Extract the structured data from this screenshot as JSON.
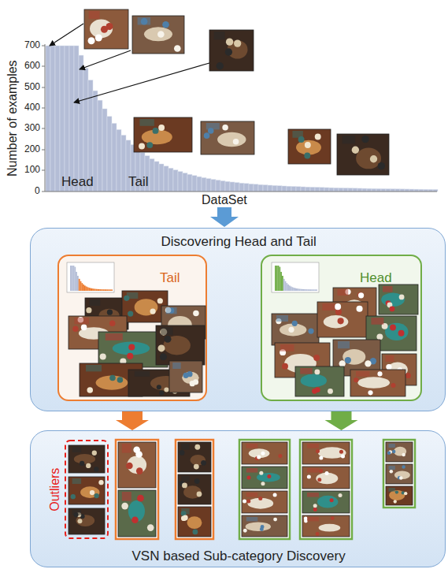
{
  "diagram": {
    "nodes": [
      {
        "text": [
          "Discovering Head and Tail"
        ]
      },
      {
        "text": [
          "Tail"
        ],
        "in": 0
      },
      {
        "text": [
          "Head"
        ],
        "in": 0
      },
      {
        "text": [
          "VSN based Sub-category Discovery"
        ]
      },
      {
        "text": [
          "Outliers"
        ],
        "in": 3
      }
    ],
    "edges": [
      {
        "from": 1,
        "to": 3,
        "arrow": "to"
      },
      {
        "from": 2,
        "to": 3,
        "arrow": "to"
      }
    ],
    "labels": [
      "Number of examples",
      "700",
      "600",
      "500",
      "400",
      "300",
      "200",
      "100",
      "0",
      "Head",
      "Tail",
      "DataSet"
    ]
  }
}
